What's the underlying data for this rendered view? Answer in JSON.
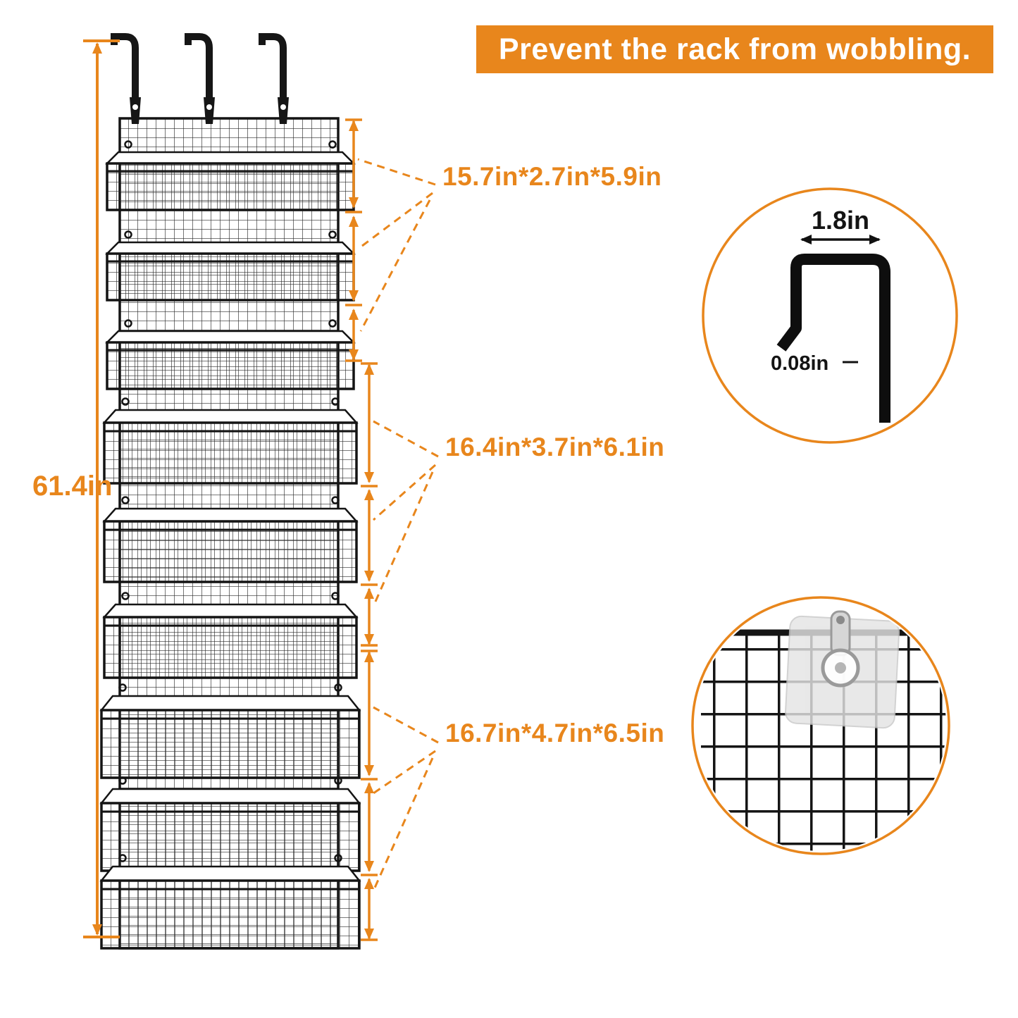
{
  "banner": {
    "text": "Prevent the rack from wobbling."
  },
  "rack": {
    "total_height": "61.4in",
    "baskets": {
      "top": "15.7in*2.7in*5.9in",
      "middle": "16.4in*3.7in*6.1in",
      "bottom": "16.7in*4.7in*6.5in"
    }
  },
  "hook_detail": {
    "width": "1.8in",
    "thickness": "0.08in"
  },
  "icons": {
    "top_circle": "door-hook-profile-icon",
    "bottom_circle": "grid-adhesive-hook-icon"
  },
  "colors": {
    "accent": "#E8861C",
    "ink": "#141414",
    "background": "#FFFFFF"
  }
}
